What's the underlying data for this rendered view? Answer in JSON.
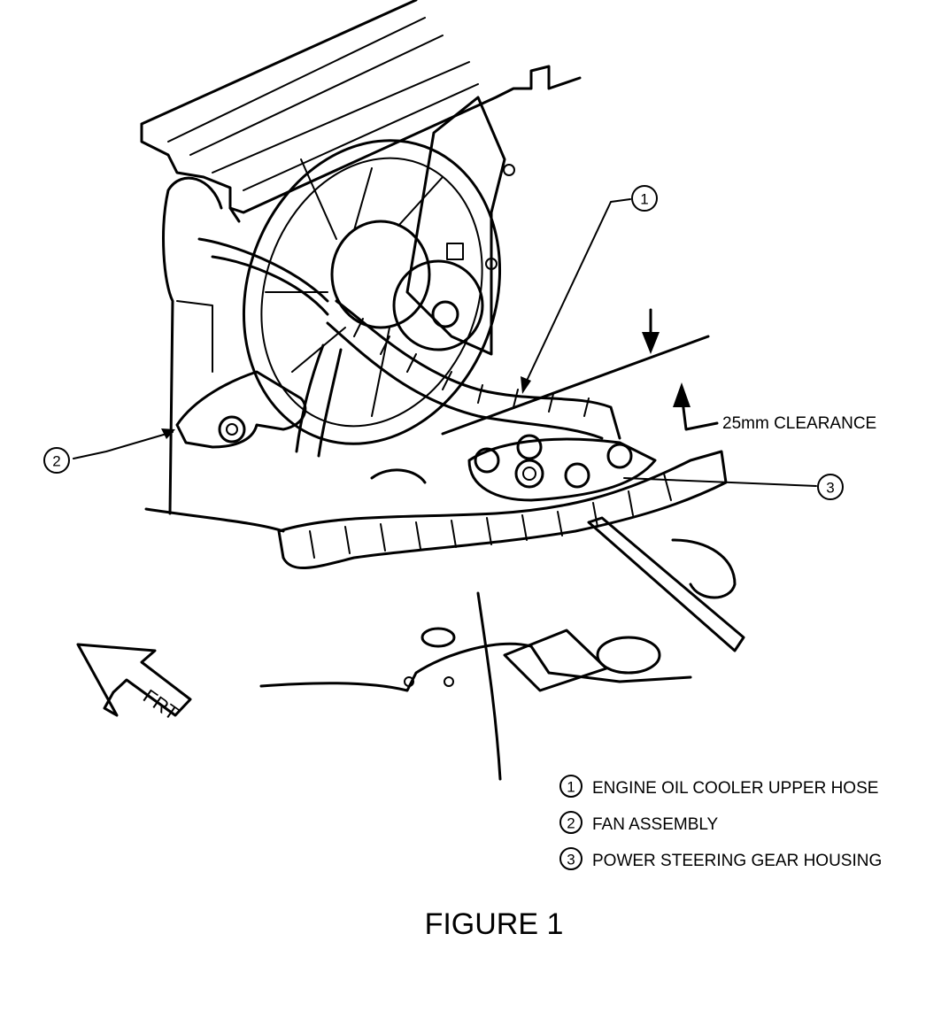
{
  "callouts": [
    {
      "number": "1",
      "text": "ENGINE OIL COOLER  UPPER HOSE"
    },
    {
      "number": "2",
      "text": "FAN ASSEMBLY"
    },
    {
      "number": "3",
      "text": "POWER STEERING GEAR HOUSING"
    }
  ],
  "clearance_label": "25mm  CLEARANCE",
  "direction_label": "FRT",
  "figure_title": "FIGURE  1",
  "colors": {
    "ink": "#000000",
    "paper": "#ffffff"
  }
}
